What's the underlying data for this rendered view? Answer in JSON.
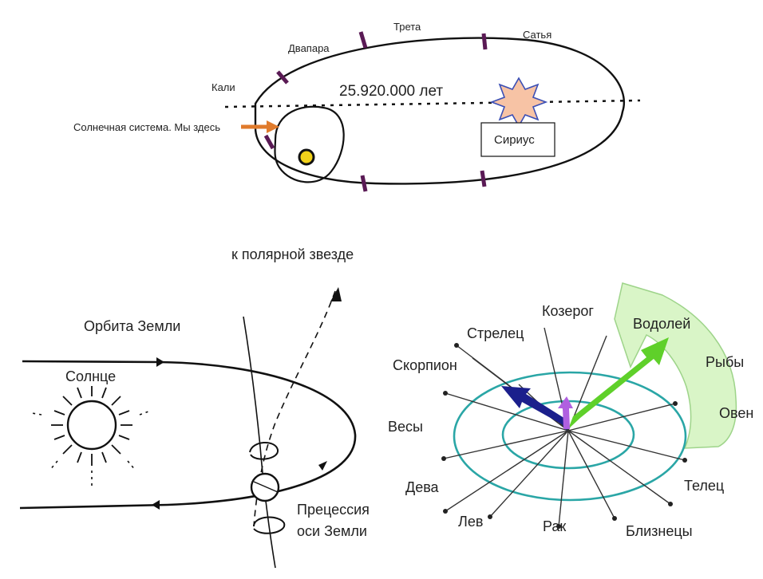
{
  "top": {
    "yugas": [
      "Кали",
      "Двапара",
      "Трета",
      "Сатья"
    ],
    "cycle_years": "25.920.000 лет",
    "solar_system_label": "Солнечная система. Мы здесь",
    "sirius_label": "Сириус"
  },
  "precession": {
    "polar_star_label": "к полярной звезде",
    "earth_orbit_label": "Орбита Земли",
    "sun_label": "Солнце",
    "precession_label_line1": "Прецессия",
    "precession_label_line2": "оси Земли"
  },
  "zodiac": {
    "signs": [
      "Козерог",
      "Водолей",
      "Стрелец",
      "Скорпион",
      "Рыбы",
      "Овен",
      "Весы",
      "Дева",
      "Телец",
      "Лев",
      "Рак",
      "Близнецы"
    ],
    "colors": {
      "rings": "#2aa6a6",
      "big_arrow": "#d9f5c7",
      "green_arrow": "#5fd02a",
      "blue_arrow": "#1b1f8c",
      "violet_arrow": "#b060e0"
    }
  },
  "colors": {
    "tick": "#5a1a55",
    "arrow_orange": "#e07b2c",
    "star_fill": "#f7c3a5",
    "star_stroke": "#3b4fb5",
    "sun_dot": "#f2d21a"
  }
}
